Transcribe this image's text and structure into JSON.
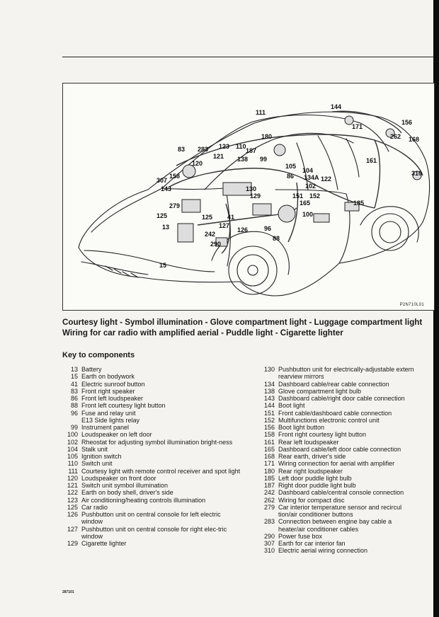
{
  "figure": {
    "code": "P2N710L01",
    "callouts": [
      {
        "label": "111"
      },
      {
        "label": "144"
      },
      {
        "label": "156"
      },
      {
        "label": "171"
      },
      {
        "label": "180"
      },
      {
        "label": "262"
      },
      {
        "label": "168"
      },
      {
        "label": "83"
      },
      {
        "label": "283"
      },
      {
        "label": "123"
      },
      {
        "label": "110"
      },
      {
        "label": "187"
      },
      {
        "label": "121"
      },
      {
        "label": "138"
      },
      {
        "label": "99"
      },
      {
        "label": "120"
      },
      {
        "label": "105"
      },
      {
        "label": "104"
      },
      {
        "label": "158"
      },
      {
        "label": "86"
      },
      {
        "label": "134A"
      },
      {
        "label": "122"
      },
      {
        "label": "307"
      },
      {
        "label": "102"
      },
      {
        "label": "161"
      },
      {
        "label": "310"
      },
      {
        "label": "143"
      },
      {
        "label": "130"
      },
      {
        "label": "129"
      },
      {
        "label": "151"
      },
      {
        "label": "152"
      },
      {
        "label": "165"
      },
      {
        "label": "279"
      },
      {
        "label": "185"
      },
      {
        "label": "100"
      },
      {
        "label": "125"
      },
      {
        "label": "125"
      },
      {
        "label": "41"
      },
      {
        "label": "127"
      },
      {
        "label": "13"
      },
      {
        "label": "126"
      },
      {
        "label": "96"
      },
      {
        "label": "242"
      },
      {
        "label": "88"
      },
      {
        "label": "290"
      },
      {
        "label": "15"
      }
    ]
  },
  "caption": {
    "line1": "Courtesy light - Symbol illumination - Glove compartment light - Luggage compartment light",
    "line2": "Wiring for car radio with amplified aerial - Puddle light - Cigarette lighter"
  },
  "key_heading": "Key to components",
  "components_left": [
    {
      "num": "13",
      "text": "Battery"
    },
    {
      "num": "15",
      "text": "Earth on bodywork"
    },
    {
      "num": "41",
      "text": "Electric sunroof button"
    },
    {
      "num": "83",
      "text": "Front right speaker"
    },
    {
      "num": "86",
      "text": "Front left loudspeaker"
    },
    {
      "num": "88",
      "text": "Front left courtesy light button"
    },
    {
      "num": "96",
      "text": "Fuse and relay unit"
    },
    {
      "num": "",
      "text": "E13 Side lights relay"
    },
    {
      "num": "99",
      "text": "Instrument panel"
    },
    {
      "num": "100",
      "text": "Loudspeaker on left door"
    },
    {
      "num": "102",
      "text": "Rheostat for adjusting symbol illumination bright-ness"
    },
    {
      "num": "104",
      "text": "Stalk unit"
    },
    {
      "num": "105",
      "text": "Ignition switch"
    },
    {
      "num": "110",
      "text": "Switch unit"
    },
    {
      "num": "111",
      "text": "Courtesy light with remote control receiver and spot light"
    },
    {
      "num": "120",
      "text": "Loudspeaker on front door"
    },
    {
      "num": "121",
      "text": "Switch unit symbol illumination"
    },
    {
      "num": "122",
      "text": "Earth on body shell, driver's side"
    },
    {
      "num": "123",
      "text": "Air conditioning/heating controls illumination"
    },
    {
      "num": "125",
      "text": "Car radio"
    },
    {
      "num": "126",
      "text": "Pushbutton unit on central console for left electric window"
    },
    {
      "num": "127",
      "text": "Pushbutton unit on central console for right elec-tric window"
    },
    {
      "num": "129",
      "text": "Cigarette lighter"
    }
  ],
  "components_right": [
    {
      "num": "130",
      "text": "Pushbutton unit for electrically-adjustable extern"
    },
    {
      "num": "",
      "text": "rearview mirrors"
    },
    {
      "num": "134",
      "text": "Dashboard cable/rear cable connection"
    },
    {
      "num": "138",
      "text": "Glove compartment light bulb"
    },
    {
      "num": "143",
      "text": "Dashboard cable/right door cable connection"
    },
    {
      "num": "144",
      "text": "Boot light"
    },
    {
      "num": "151",
      "text": "Front cable/dashboard cable connection"
    },
    {
      "num": "152",
      "text": "Multifunctions electronic control unit"
    },
    {
      "num": "156",
      "text": "Boot light button"
    },
    {
      "num": "158",
      "text": "Front right courtesy light button"
    },
    {
      "num": "161",
      "text": "Rear left loudspeaker"
    },
    {
      "num": "165",
      "text": "Dashboard cable/left door cable connection"
    },
    {
      "num": "168",
      "text": "Rear earth, driver's side"
    },
    {
      "num": "171",
      "text": "Wiring connection for aerial with amplifier"
    },
    {
      "num": "180",
      "text": "Rear right loudspeaker"
    },
    {
      "num": "185",
      "text": "Left door puddle light bulb"
    },
    {
      "num": "187",
      "text": "Right door puddle light bulb"
    },
    {
      "num": "242",
      "text": "Dashboard cable/central console connection"
    },
    {
      "num": "262",
      "text": "Wiring for compact disc"
    },
    {
      "num": "279",
      "text": "Car interior temperature sensor and recircul"
    },
    {
      "num": "",
      "text": "tion/air conditioner buttons"
    },
    {
      "num": "283",
      "text": "Connection between engine bay cable a"
    },
    {
      "num": "",
      "text": "heater/air conditioner cables"
    },
    {
      "num": "290",
      "text": "Power fuse box"
    },
    {
      "num": "307",
      "text": "Earth for car interior fan"
    },
    {
      "num": "310",
      "text": "Electric aerial wiring connection"
    }
  ],
  "footer_code": "287101"
}
